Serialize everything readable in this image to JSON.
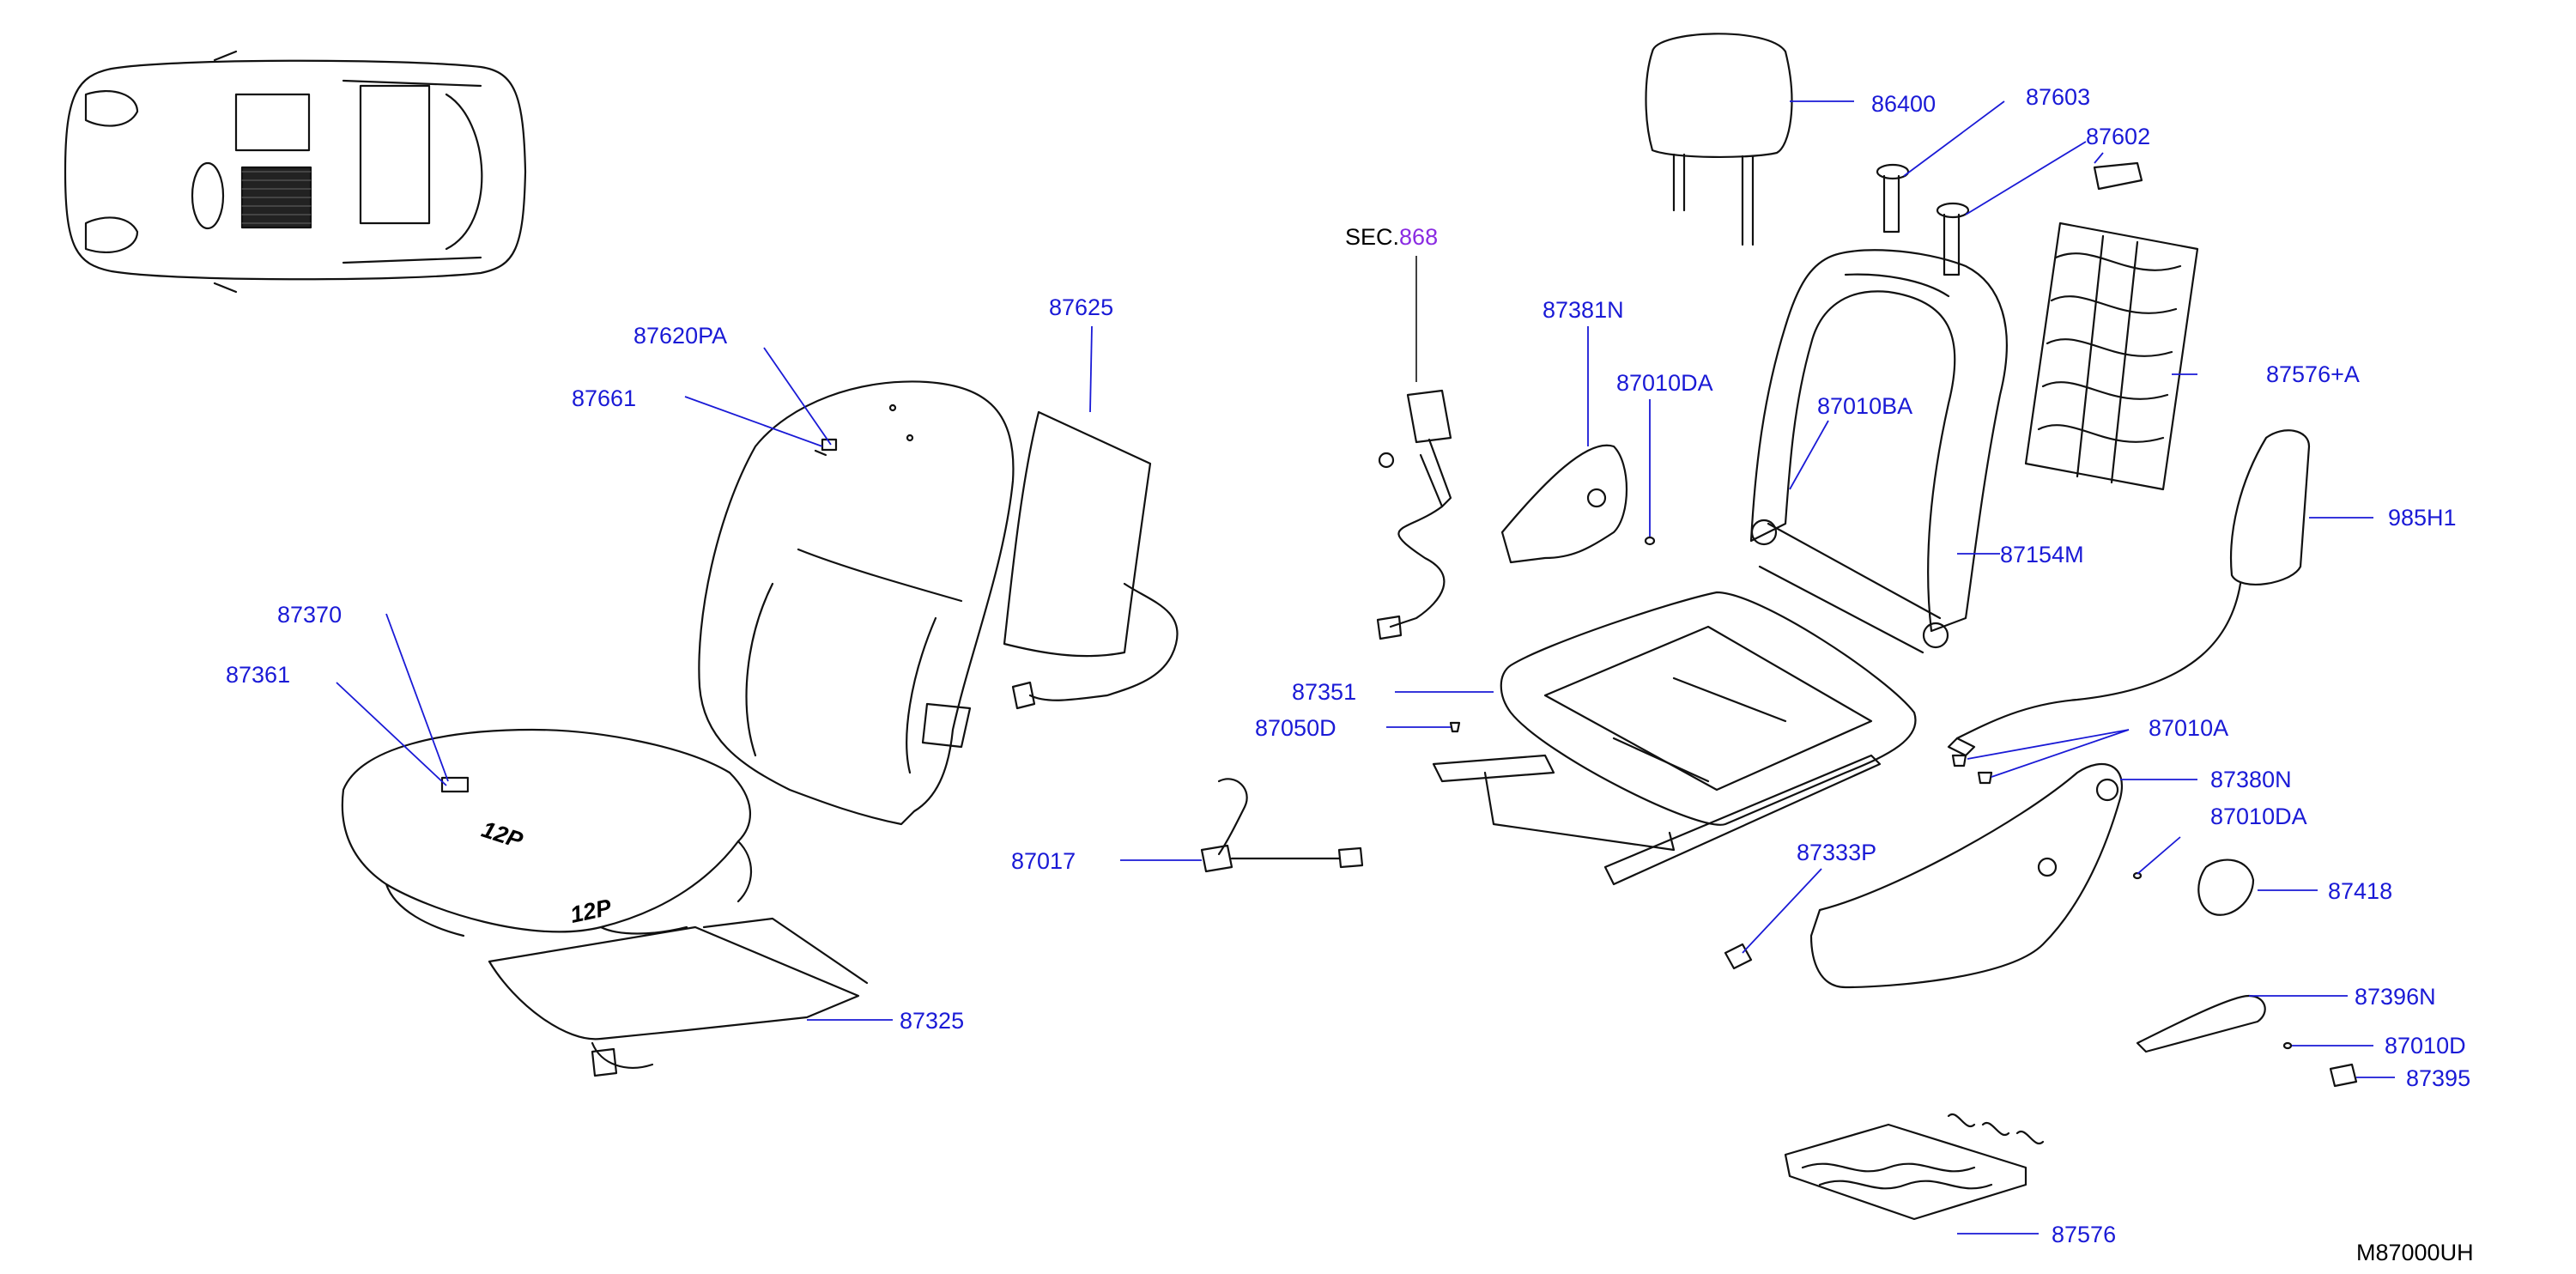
{
  "diagram_code": "M87000UH",
  "sec_prefix": "SEC.",
  "sec_number": "868",
  "parts": {
    "p86400": "86400",
    "p87603": "87603",
    "p87602": "87602",
    "p87625": "87625",
    "p87620PA": "87620PA",
    "p87661": "87661",
    "p87381N": "87381N",
    "p87010DA_a": "87010DA",
    "p87010BA": "87010BA",
    "p87576A": "87576+A",
    "p985H1": "985H1",
    "p87154M": "87154M",
    "p87370": "87370",
    "p87361": "87361",
    "p87351": "87351",
    "p87050D": "87050D",
    "p87010A": "87010A",
    "p87380N": "87380N",
    "p87010DA_b": "87010DA",
    "p87017": "87017",
    "p87333P": "87333P",
    "p87418": "87418",
    "p87325": "87325",
    "p87396N": "87396N",
    "p87010D": "87010D",
    "p87395": "87395",
    "p87576": "87576"
  },
  "cushion_marks": [
    "12P",
    "12P"
  ],
  "colors": {
    "part_number": "#1a1ad6",
    "section_ref": "#8a2be2",
    "line_art": "#111111"
  }
}
